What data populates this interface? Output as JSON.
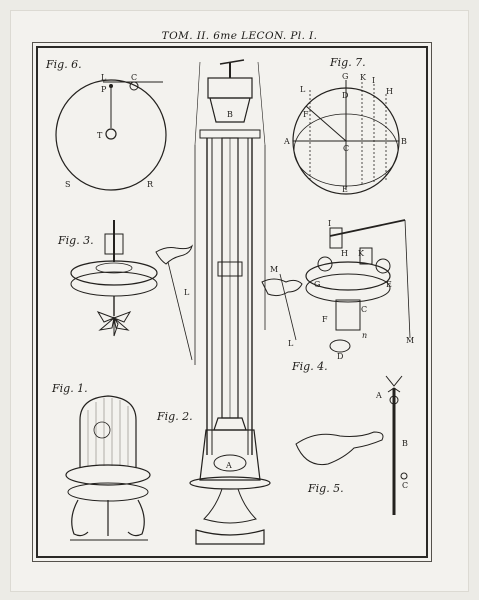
{
  "header": "TOM. II. 6me LECON. Pl. I.",
  "figures": [
    {
      "id": "fig6",
      "caption": "Fig. 6.",
      "letters": [
        "L",
        "C",
        "P",
        "T",
        "S",
        "R"
      ]
    },
    {
      "id": "fig7",
      "caption": "Fig. 7.",
      "letters": [
        "G",
        "K",
        "L",
        "D",
        "I",
        "H",
        "F",
        "A",
        "B",
        "C",
        "E"
      ]
    },
    {
      "id": "fig3",
      "caption": "Fig. 3.",
      "letters": [
        "L"
      ]
    },
    {
      "id": "fig4",
      "caption": "Fig. 4.",
      "letters": [
        "M",
        "I",
        "K",
        "H",
        "G",
        "E",
        "F",
        "C",
        "D",
        "n",
        "L",
        "M"
      ]
    },
    {
      "id": "fig1",
      "caption": "Fig. 1."
    },
    {
      "id": "fig2",
      "caption": "Fig. 2.",
      "letters": [
        "B",
        "A"
      ]
    },
    {
      "id": "fig5",
      "caption": "Fig. 5.",
      "letters": [
        "A",
        "B",
        "C"
      ]
    }
  ],
  "colors": {
    "paper": "#f3f2ee",
    "ink": "#23211e",
    "margin": "#ecebe6"
  }
}
